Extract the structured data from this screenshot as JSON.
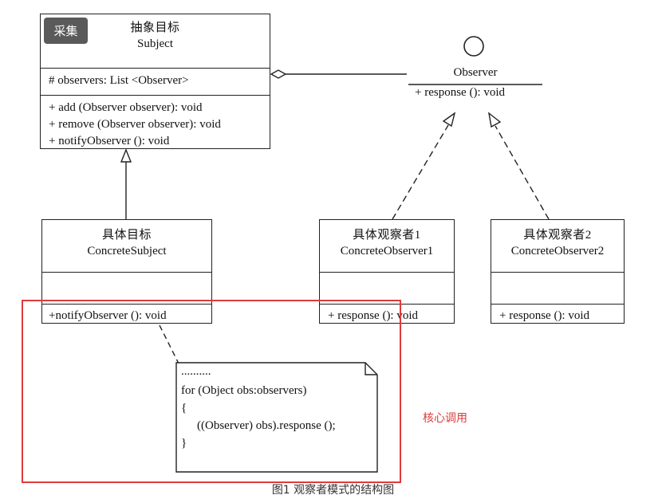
{
  "subject": {
    "name_cn": "抽象目标",
    "name_en": "Subject",
    "attribute": "# observers: List <Observer>",
    "methods": [
      "+ add (Observer observer): void",
      "+ remove (Observer observer): void",
      "+ notifyObserver (): void"
    ]
  },
  "observer": {
    "name": "Observer",
    "method": "+ response (): void"
  },
  "concrete_subject": {
    "name_cn": "具体目标",
    "name_en": "ConcreteSubject",
    "method": "+notifyObserver (): void"
  },
  "concrete_observer1": {
    "name_cn": "具体观察者1",
    "name_en": "ConcreteObserver1",
    "method": "+ response (): void"
  },
  "concrete_observer2": {
    "name_cn": "具体观察者2",
    "name_en": "ConcreteObserver2",
    "method": "+ response (): void"
  },
  "note": {
    "lines": [
      "..........",
      "for (Object obs:observers)",
      "{",
      "((Observer) obs).response ();",
      "}"
    ]
  },
  "overlay_label": "采集",
  "annotation": "核心调用",
  "caption": "图1 观察者模式的结构图"
}
